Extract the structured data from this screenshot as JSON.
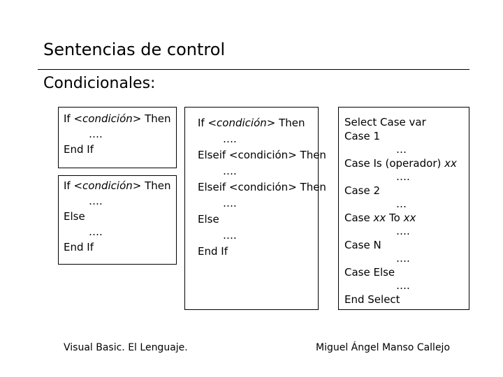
{
  "slide": {
    "title": "Sentencias de control",
    "subtitle": "Condicionales:"
  },
  "box1": {
    "l1": "If ",
    "l1_cond": "<condición>",
    "l1_then": " Then",
    "l2": "….",
    "l3": "End If"
  },
  "box2": {
    "l1": "If ",
    "l1_cond": "<condición>",
    "l1_then": " Then",
    "l2": "….",
    "l3": "Else",
    "l4": "….",
    "l5": "End If"
  },
  "box3": {
    "l1": "If ",
    "l1_cond": "<condición>",
    "l1_then": " Then",
    "l2": "….",
    "l3": "Elseif <condición> Then",
    "l4": "….",
    "l5": "Elseif <condición> Then",
    "l6": "….",
    "l7": "Else",
    "l8": "….",
    "l9": "End If"
  },
  "box4": {
    "l1": "Select Case var",
    "l2": "Case 1",
    "l3": "…",
    "l4a": "Case Is (operador) ",
    "l4b": "xx",
    "l5": "….",
    "l6": "Case 2",
    "l7": "…",
    "l8a": "Case ",
    "l8b": "xx",
    "l8c": " To ",
    "l8d": "xx",
    "l9": "….",
    "l10": "Case N",
    "l11": "….",
    "l12": "Case Else",
    "l13": "….",
    "l14": "End Select"
  },
  "footer": {
    "left": "Visual Basic. El Lenguaje.",
    "right": "Miguel Ángel Manso Callejo"
  }
}
